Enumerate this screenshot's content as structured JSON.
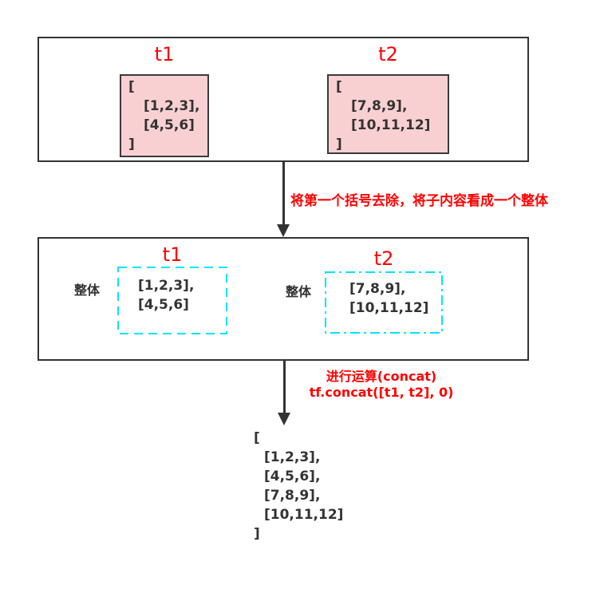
{
  "colors": {
    "accent_red": "#ff0000",
    "pink_fill": "#f9d0d2",
    "cyan_border": "#00e4ff",
    "dark": "#333333"
  },
  "top": {
    "t1": {
      "label": "t1",
      "lines": [
        "[",
        "[1,2,3],",
        "[4,5,6]",
        "]"
      ]
    },
    "t2": {
      "label": "t2",
      "lines": [
        "[",
        "[7,8,9],",
        "[10,11,12]",
        "]"
      ]
    }
  },
  "captions": {
    "step1": "将第一个括号去除，将子内容看成一个整体",
    "step2_line1": "进行运算(concat)",
    "step2_line2": "tf.concat([t1, t2], 0)"
  },
  "middle": {
    "whole_left": "整体",
    "whole_right": "整体",
    "t1": {
      "label": "t1",
      "lines": [
        "[1,2,3],",
        "[4,5,6]"
      ]
    },
    "t2": {
      "label": "t2",
      "lines": [
        "[7,8,9],",
        "[10,11,12]"
      ]
    }
  },
  "result": {
    "lines": [
      "[",
      "[1,2,3],",
      "[4,5,6],",
      "[7,8,9],",
      "[10,11,12]",
      "]"
    ]
  }
}
